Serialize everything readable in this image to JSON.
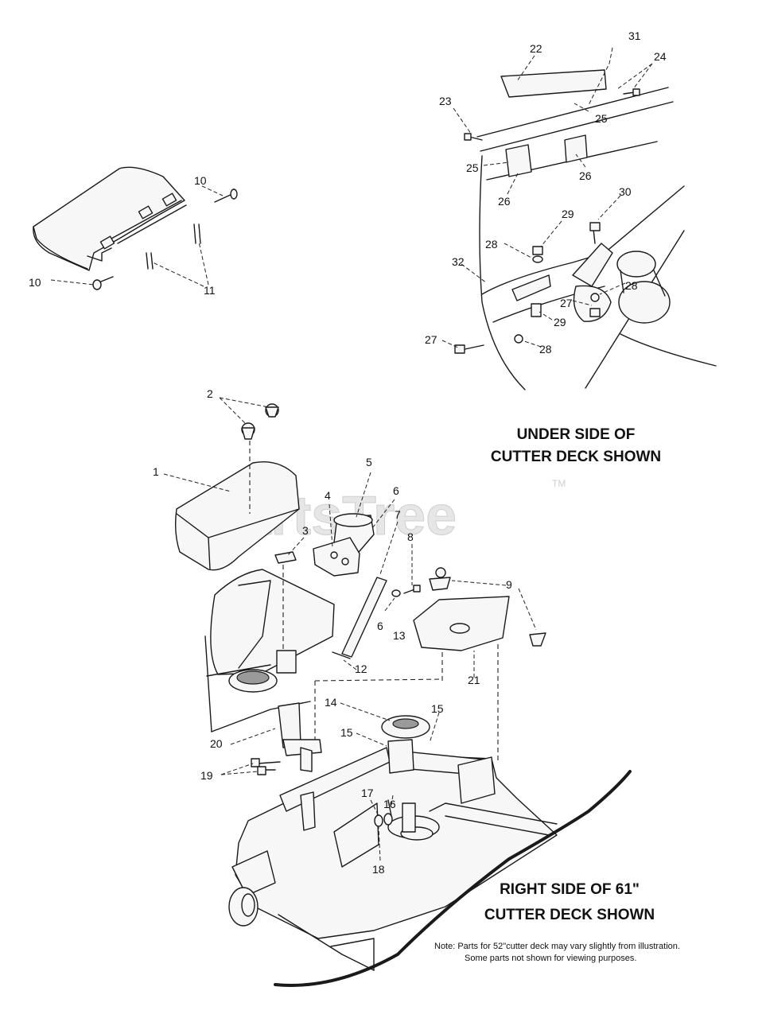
{
  "watermark": {
    "text": "PartsTree",
    "tm": "TM"
  },
  "headings": {
    "underside": [
      "UNDER SIDE OF",
      "CUTTER DECK SHOWN"
    ],
    "rightside": [
      "RIGHT SIDE OF 61\"",
      "CUTTER DECK SHOWN"
    ]
  },
  "note": {
    "line1": "Note:  Parts for 52\"cutter deck may vary slightly from illustration.",
    "line2": "Some parts not shown for viewing purposes."
  },
  "callouts": {
    "c1": "1",
    "c2": "2",
    "c3": "3",
    "c4": "4",
    "c5": "5",
    "c6a": "6",
    "c6b": "6",
    "c7": "7",
    "c8": "8",
    "c9": "9",
    "c10a": "10",
    "c10b": "10",
    "c11": "11",
    "c12": "12",
    "c13": "13",
    "c14": "14",
    "c15a": "15",
    "c15b": "15",
    "c16": "16",
    "c17": "17",
    "c18": "18",
    "c19": "19",
    "c20": "20",
    "c21": "21",
    "c22": "22",
    "c23": "23",
    "c24": "24",
    "c25a": "25",
    "c25b": "25",
    "c26a": "26",
    "c26b": "26",
    "c27a": "27",
    "c27b": "27",
    "c28a": "28",
    "c28b": "28",
    "c28c": "28",
    "c29a": "29",
    "c29b": "29",
    "c30": "30",
    "c31": "31",
    "c32": "32"
  }
}
